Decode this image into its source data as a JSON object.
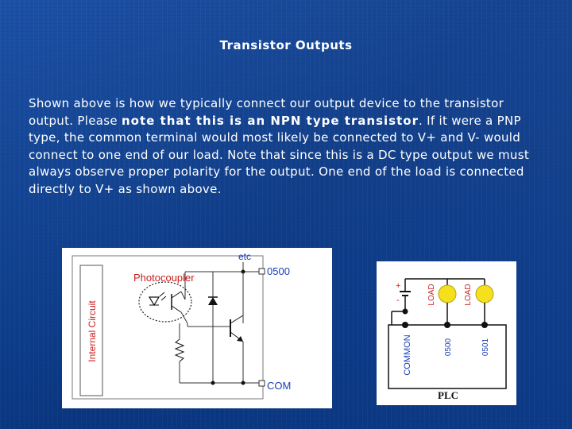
{
  "slide": {
    "title": "Transistor Outputs",
    "paragraph": {
      "p1": "Shown above is how we typically connect our output device to the transistor output. Please ",
      "p2": "note that this is an NPN type transistor",
      "p3": ". If it were a PNP type, the common terminal would most likely be connected to V+ and V- would connect to one end of our load. Note that since this is a DC type output we must always observe proper polarity for the output. One end of the load is connected directly to V+ as shown above."
    }
  },
  "figure_internal": {
    "label_internal": "Internal Circuit",
    "label_photocoupler": "Photocoupler",
    "label_etc": "etc",
    "label_output": "0500",
    "label_common": "COM"
  },
  "figure_plc": {
    "supply_plus": "+",
    "supply_minus": "-",
    "load1": "LOAD",
    "load2": "LOAD",
    "term_common": "COMMON",
    "term_0500": "0500",
    "term_0501": "0501",
    "plc_label": "PLC",
    "lamp_color": "#f4e01c"
  },
  "colors": {
    "background": "#0c3a86",
    "text": "#ffffff",
    "diagram_red": "#cc1b1b",
    "diagram_blue": "#1a3db8"
  }
}
